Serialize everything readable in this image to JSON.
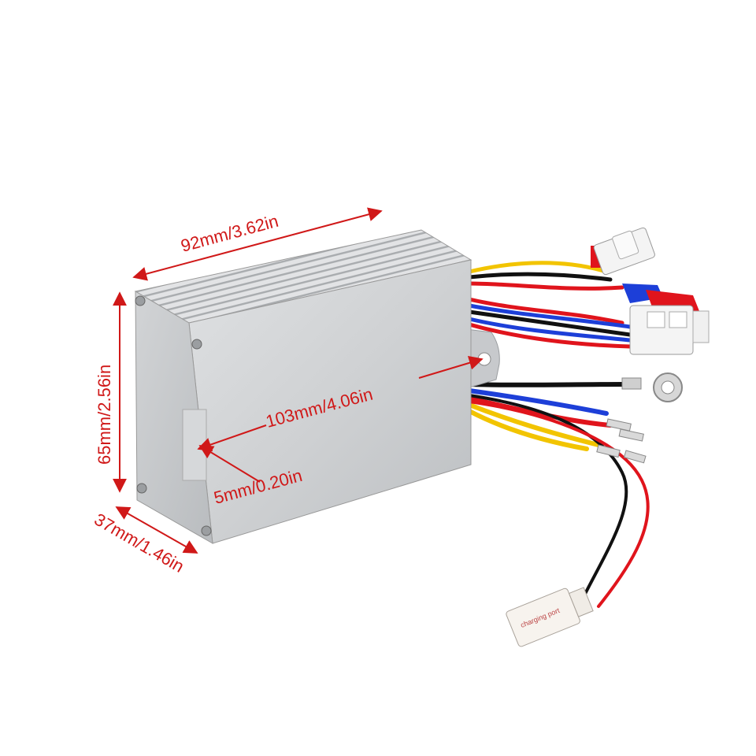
{
  "dimensions": {
    "length": "92mm/3.62in",
    "height": "65mm/2.56in",
    "depth": "37mm/1.46in",
    "mount_span": "103mm/4.06in",
    "hole": "5mm/0.20in"
  },
  "connector_label": "charging port",
  "colors": {
    "dimension_red": "#d01818",
    "housing": "#c9cbcd",
    "wire_red": "#e0141c",
    "wire_black": "#111111",
    "wire_yellow": "#f2c400",
    "wire_blue": "#1d3fd8"
  }
}
